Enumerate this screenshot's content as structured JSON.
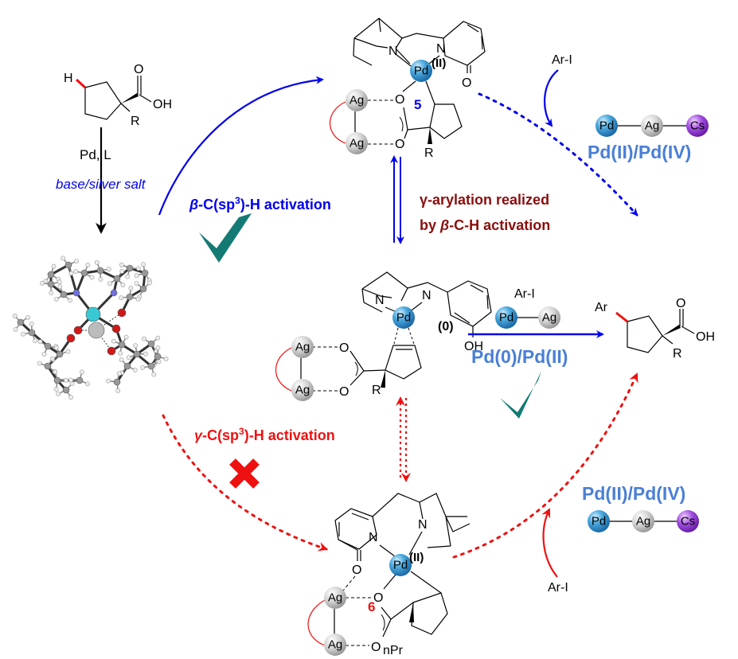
{
  "colors": {
    "blue_path": "#0000ee",
    "red_path": "#ee1111",
    "dark_red": "#8b0e0e",
    "steel_blue": "#4a7fd6",
    "teal_check": "#137a74",
    "pd_sphere": "#3b9bd3",
    "ag_sphere": "#c8c8c8",
    "cs_sphere": "#9b40d8"
  },
  "substrate": {
    "h_label": "H",
    "o_label": "O",
    "oh_label": "OH",
    "r_label": "R"
  },
  "reagents": {
    "catalyst": "Pd, L",
    "conditions": "base/silver salt"
  },
  "labels": {
    "beta_activation": "β-C(sp³)-H activation",
    "beta_symbol": "β",
    "beta_rest": "-C(sp",
    "sup3": "3",
    "beta_end": ")-H activation",
    "gamma_activation_symbol": "γ",
    "gamma_rest": "-C(sp",
    "gamma_end": ")-H activation",
    "gamma_arylation_line1": "γ-arylation realized",
    "gamma_arylation_line2_a": "by ",
    "gamma_arylation_line2_b": "β",
    "gamma_arylation_line2_c": "-C-H activation"
  },
  "intermediates": {
    "int5": {
      "number": "5",
      "metal": "Pd",
      "oxidation": "(II)",
      "n1": "N",
      "n2": "N",
      "o_carbonyl": "O",
      "o1": "O",
      "o2": "O",
      "ag1": "Ag",
      "ag2": "Ag",
      "r": "R"
    },
    "int_pd0": {
      "metal": "Pd",
      "oxidation": "(0)",
      "n1": "N",
      "n2": "N",
      "oh": "OH",
      "o1": "O",
      "o2": "O",
      "ag1": "Ag",
      "ag2": "Ag",
      "r": "R"
    },
    "int6": {
      "number": "6",
      "metal": "Pd",
      "oxidation": "(II)",
      "n1": "N",
      "n2": "N",
      "o_carbonyl": "O",
      "o1": "O",
      "o2": "O",
      "ag1": "Ag",
      "ag2": "Ag",
      "npr": "nPr"
    }
  },
  "pathways": {
    "top_right": {
      "reagent": "Ar-I",
      "cycle": "Pd(II)/Pd(IV)",
      "spheres": [
        "Pd",
        "Ag",
        "Cs"
      ]
    },
    "middle": {
      "reagent": "Ar-I",
      "cycle": "Pd(0)/Pd(II)",
      "spheres": [
        "Pd",
        "Ag"
      ]
    },
    "bottom_right": {
      "reagent": "Ar-I",
      "cycle": "Pd(II)/Pd(IV)",
      "spheres": [
        "Pd",
        "Ag",
        "Cs"
      ]
    }
  },
  "product": {
    "ar_label": "Ar",
    "o_label": "O",
    "oh_label": "OH",
    "r_label": "R"
  },
  "marks": {
    "beta_check": "favored",
    "pd0_check": "favored",
    "gamma_cross": "disfavored"
  }
}
